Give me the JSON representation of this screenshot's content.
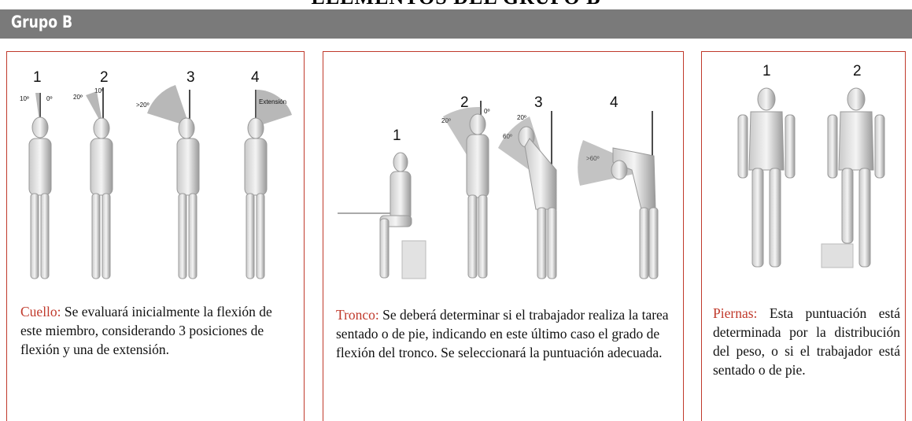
{
  "page": {
    "title": "ELEMENTOS DEL GRUPO B",
    "section_label": "Grupo B"
  },
  "cuello": {
    "numbers": [
      "1",
      "2",
      "3",
      "4"
    ],
    "angles": {
      "p1_a": "10º",
      "p1_b": "0º",
      "p2_a": "20º",
      "p2_b": "10º",
      "p3": ">20º",
      "p4": "Extensión"
    },
    "term": "Cuello:",
    "text": " Se evaluará inicialmente la flexión de este miembro, considerando 3 posiciones de flexión y una de extensión."
  },
  "tronco": {
    "numbers": [
      "1",
      "2",
      "3",
      "4"
    ],
    "angles": {
      "p2_a": "20º",
      "p2_b": "0º",
      "p3_a": "20º",
      "p3_b": "60º",
      "p4": ">60º"
    },
    "term": "Tronco:",
    "text": " Se deberá determinar si el trabajador realiza la tarea sentado o de pie, indicando en este último caso el grado de flexión del tronco. Se seleccionará la puntuación adecuada."
  },
  "piernas": {
    "numbers": [
      "1",
      "2"
    ],
    "term": "Piernas:",
    "text": " Esta puntuación está determinada por la distribución del peso, o si el trabajador está sentado o de pie."
  }
}
